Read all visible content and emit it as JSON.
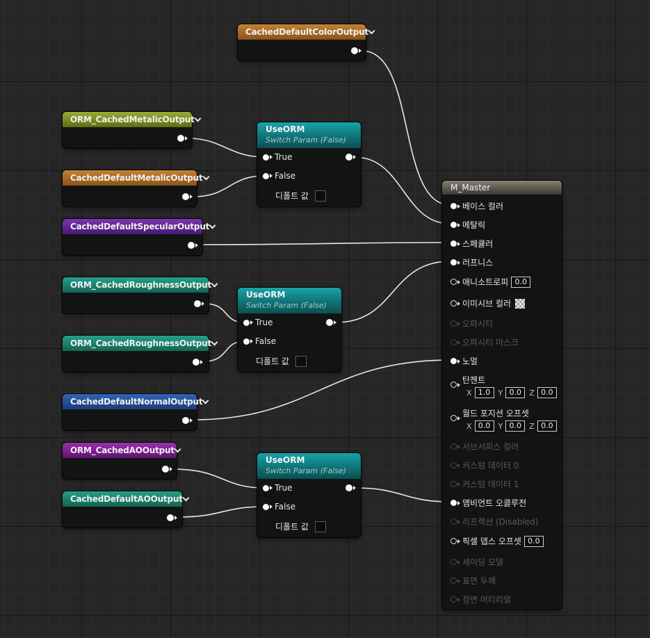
{
  "var_nodes": [
    {
      "id": "v1",
      "label": "CachedDefaultColorOutput",
      "color": "#b5732a"
    },
    {
      "id": "v2",
      "label": "ORM_CachedMetalicOutput",
      "color": "#8a9a2a"
    },
    {
      "id": "v3",
      "label": "CachedDefaultMetalicOutput",
      "color": "#b5732a"
    },
    {
      "id": "v4",
      "label": "CachedDefaultSpecularOutput",
      "color": "#6e2ea1"
    },
    {
      "id": "v5",
      "label": "ORM_CachedRoughnessOutput",
      "color": "#1f8c78"
    },
    {
      "id": "v6",
      "label": "ORM_CachedRoughnessOutput",
      "color": "#1f8c78"
    },
    {
      "id": "v7",
      "label": "CachedDefaultNormalOutput",
      "color": "#2b5aa8"
    },
    {
      "id": "v8",
      "label": "ORM_CachedAOOutput",
      "color": "#8c2a9e"
    },
    {
      "id": "v9",
      "label": "CachedDefaultAOOutput",
      "color": "#1f8c78"
    }
  ],
  "switch_nodes": [
    {
      "id": "s1",
      "title": "UseORM",
      "subtitle": "Switch Param (False)",
      "true_label": "True",
      "false_label": "False",
      "default_label": "디폴트 값"
    },
    {
      "id": "s2",
      "title": "UseORM",
      "subtitle": "Switch Param (False)",
      "true_label": "True",
      "false_label": "False",
      "default_label": "디폴트 값"
    },
    {
      "id": "s3",
      "title": "UseORM",
      "subtitle": "Switch Param (False)",
      "true_label": "True",
      "false_label": "False",
      "default_label": "디폴트 값"
    }
  ],
  "master": {
    "title": "M_Master",
    "pins": {
      "base_color": "베이스 컬러",
      "metallic": "메탈릭",
      "specular": "스페큘러",
      "roughness": "러프니스",
      "anisotropy": "애니소트로피",
      "anisotropy_value": "0.0",
      "emissive": "이미시브 컬러",
      "opacity": "오파시티",
      "opacity_mask": "오파시티 마스크",
      "normal": "노멀",
      "tangent": "탄젠트",
      "tangent_x": "1.0",
      "tangent_y": "0.0",
      "tangent_z": "0.0",
      "wpo": "월드 포지션 오프셋",
      "wpo_x": "0.0",
      "wpo_y": "0.0",
      "wpo_z": "0.0",
      "subsurface": "서브서피스 컬러",
      "custom0": "커스텀 데이터 0",
      "custom1": "커스텀 데이터 1",
      "ao": "앰비언트 오클루전",
      "refraction": "리프랙션 (Disabled)",
      "pdo": "픽셀 뎁스 오프셋",
      "pdo_value": "0.0",
      "shading_model": "셰이딩 모델",
      "surface_thickness": "표면 두께",
      "front_material": "정면 머티리얼"
    },
    "axis": {
      "x": "X",
      "y": "Y",
      "z": "Z"
    }
  }
}
